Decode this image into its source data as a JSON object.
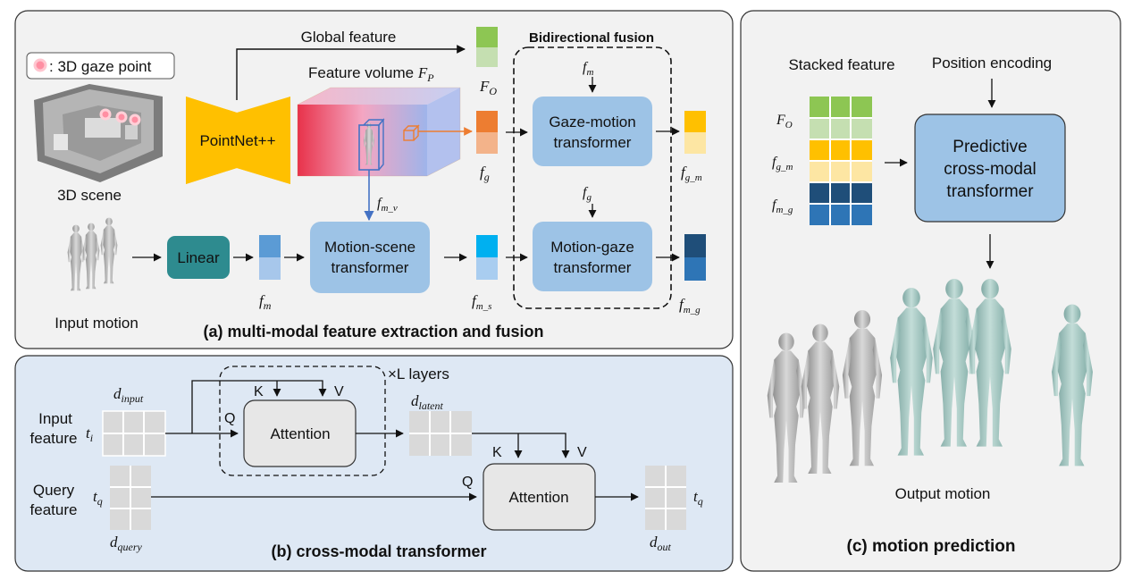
{
  "panel_a": {
    "caption": "(a) multi-modal feature extraction and fusion",
    "legend_gaze": ": 3D gaze point",
    "scene_label": "3D scene",
    "pointnet_label": "PointNet++",
    "global_feature_label": "Global feature",
    "feature_volume_label": "Feature volume",
    "feature_volume_symbol": "F",
    "feature_volume_sub": "P",
    "bidirectional_label": "Bidirectional fusion",
    "input_motion_label": "Input motion",
    "linear_label": "Linear",
    "motion_scene_line1": "Motion-scene",
    "motion_scene_line2": "transformer",
    "gaze_motion_line1": "Gaze-motion",
    "gaze_motion_line2": "transformer",
    "motion_gaze_line1": "Motion-gaze",
    "motion_gaze_line2": "transformer",
    "sym_FO": "F",
    "sym_FO_sub": "O",
    "sym_fg": "f",
    "sym_fg_sub": "g",
    "sym_fm": "f",
    "sym_fm_sub": "m",
    "sym_fmv": "f",
    "sym_fmv_sub": "m_v",
    "sym_fms": "f",
    "sym_fms_sub": "m_s",
    "sym_fgm": "f",
    "sym_fgm_sub": "g_m",
    "sym_fmg": "f",
    "sym_fmg_sub": "m_g"
  },
  "panel_b": {
    "caption": "(b) cross-modal transformer",
    "input_feature_line1": "Input",
    "input_feature_line2": "feature",
    "query_feature_line1": "Query",
    "query_feature_line2": "feature",
    "attention_label": "Attention",
    "layers_label": "×L layers",
    "key_label": "K",
    "value_label": "V",
    "query_label": "Q",
    "t_i": "t",
    "t_i_sub": "i",
    "t_q": "t",
    "t_q_sub": "q",
    "d_input": "d",
    "d_input_sub": "input",
    "d_latent": "d",
    "d_latent_sub": "latent",
    "d_query": "d",
    "d_query_sub": "query",
    "d_out": "d",
    "d_out_sub": "out"
  },
  "panel_c": {
    "caption": "(c) motion prediction",
    "stacked_label": "Stacked feature",
    "position_label": "Position encoding",
    "predictive_line1": "Predictive",
    "predictive_line2": "cross-modal",
    "predictive_line3": "transformer",
    "output_label": "Output motion"
  },
  "colors": {
    "green_dark": "#8dc653",
    "green_light": "#c5dfb1",
    "orange_dark": "#ed7d31",
    "orange_light": "#f3b38a",
    "blue_mid": "#5b9bd5",
    "blue_light": "#a7c7eb",
    "cyan": "#00b0f0",
    "cyan_light": "#a9cdf0",
    "yellow_dark": "#ffc000",
    "yellow_light": "#fde6a3",
    "navy": "#1f4e79",
    "navy_light": "#2e75b6",
    "transformer_fill": "#9dc3e6",
    "linear_fill": "#2e8b8f",
    "pointnet_fill": "#ffc000",
    "panel_b_bg": "#dee8f4"
  },
  "icons": [
    "gaze-point-icon",
    "scene-mesh-icon",
    "feature-volume-cube",
    "human-figure-icon"
  ]
}
